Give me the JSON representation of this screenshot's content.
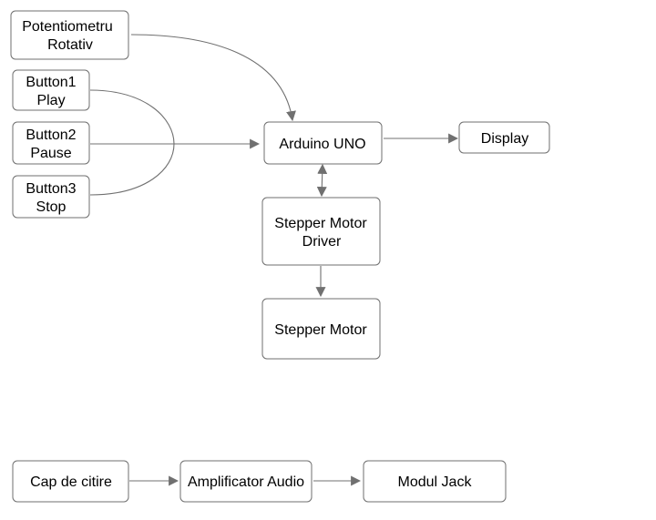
{
  "nodes": {
    "potentiometru": {
      "lines": [
        "Potentiometru",
        "Rotativ"
      ]
    },
    "button1": {
      "lines": [
        "Button1",
        "Play"
      ]
    },
    "button2": {
      "lines": [
        "Button2",
        "Pause"
      ]
    },
    "button3": {
      "lines": [
        "Button3",
        "Stop"
      ]
    },
    "arduino": {
      "lines": [
        "Arduino UNO"
      ]
    },
    "display": {
      "lines": [
        "Display"
      ]
    },
    "driver": {
      "lines": [
        "Stepper Motor",
        "Driver"
      ]
    },
    "motor": {
      "lines": [
        "Stepper Motor"
      ]
    },
    "cap": {
      "lines": [
        "Cap de citire"
      ]
    },
    "amplificator": {
      "lines": [
        "Amplificator Audio"
      ]
    },
    "jack": {
      "lines": [
        "Modul Jack"
      ]
    }
  },
  "edges": [
    {
      "from": "potentiometru",
      "to": "arduino",
      "direction": "forward"
    },
    {
      "from": "button1",
      "to": "arduino",
      "direction": "forward"
    },
    {
      "from": "button2",
      "to": "arduino",
      "direction": "forward"
    },
    {
      "from": "button3",
      "to": "arduino",
      "direction": "forward"
    },
    {
      "from": "arduino",
      "to": "display",
      "direction": "forward"
    },
    {
      "from": "arduino",
      "to": "driver",
      "direction": "both"
    },
    {
      "from": "driver",
      "to": "motor",
      "direction": "forward"
    },
    {
      "from": "cap",
      "to": "amplificator",
      "direction": "forward"
    },
    {
      "from": "amplificator",
      "to": "jack",
      "direction": "forward"
    }
  ],
  "colors": {
    "box_stroke": "#6f6f6f",
    "edge_stroke": "#707070",
    "text": "#000000"
  }
}
